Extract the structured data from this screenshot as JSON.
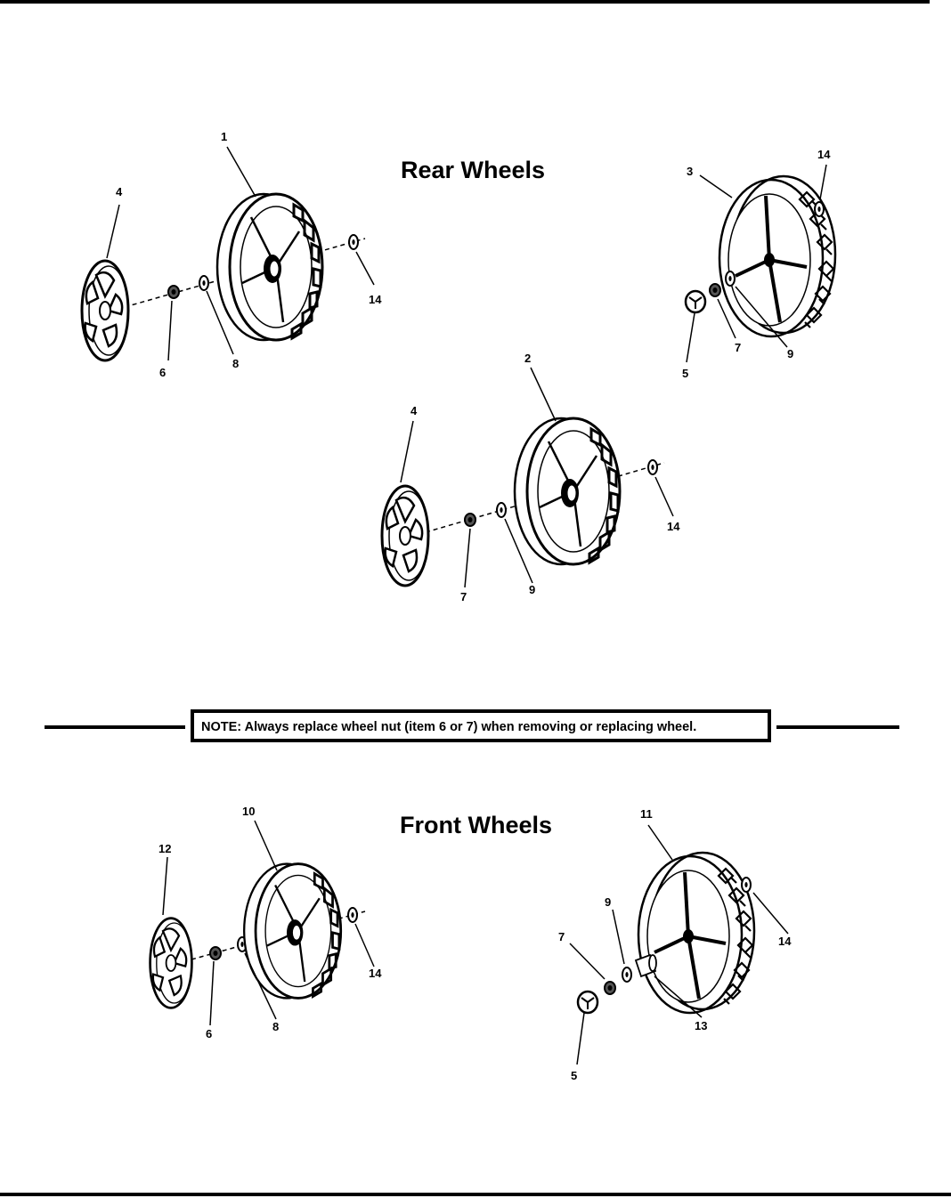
{
  "headings": {
    "rear": "Rear Wheels",
    "front": "Front Wheels"
  },
  "note": "NOTE: Always replace wheel nut (item 6 or 7) when removing or replacing wheel.",
  "callouts": {
    "rear_left": {
      "wheel": "1",
      "hubcap": "4",
      "nut": "6",
      "washer": "8",
      "end_washer": "14"
    },
    "rear_right": {
      "wheel": "3",
      "end_washer": "14",
      "cap": "5",
      "nut": "7",
      "washer": "9"
    },
    "rear_middle": {
      "wheel": "2",
      "hubcap": "4",
      "nut": "7",
      "washer": "9",
      "end_washer": "14"
    },
    "front_left": {
      "wheel": "10",
      "hubcap": "12",
      "nut": "6",
      "washer": "8",
      "end_washer": "14"
    },
    "front_right": {
      "wheel": "11",
      "washer": "9",
      "nut": "7",
      "end_washer": "14",
      "bushing": "13",
      "cap": "5"
    }
  },
  "colors": {
    "ink": "#000000",
    "paper": "#ffffff"
  },
  "icons": [
    "wheel-tread-block",
    "wheel-tread-diamond",
    "hubcap",
    "nut",
    "washer",
    "bushing"
  ]
}
